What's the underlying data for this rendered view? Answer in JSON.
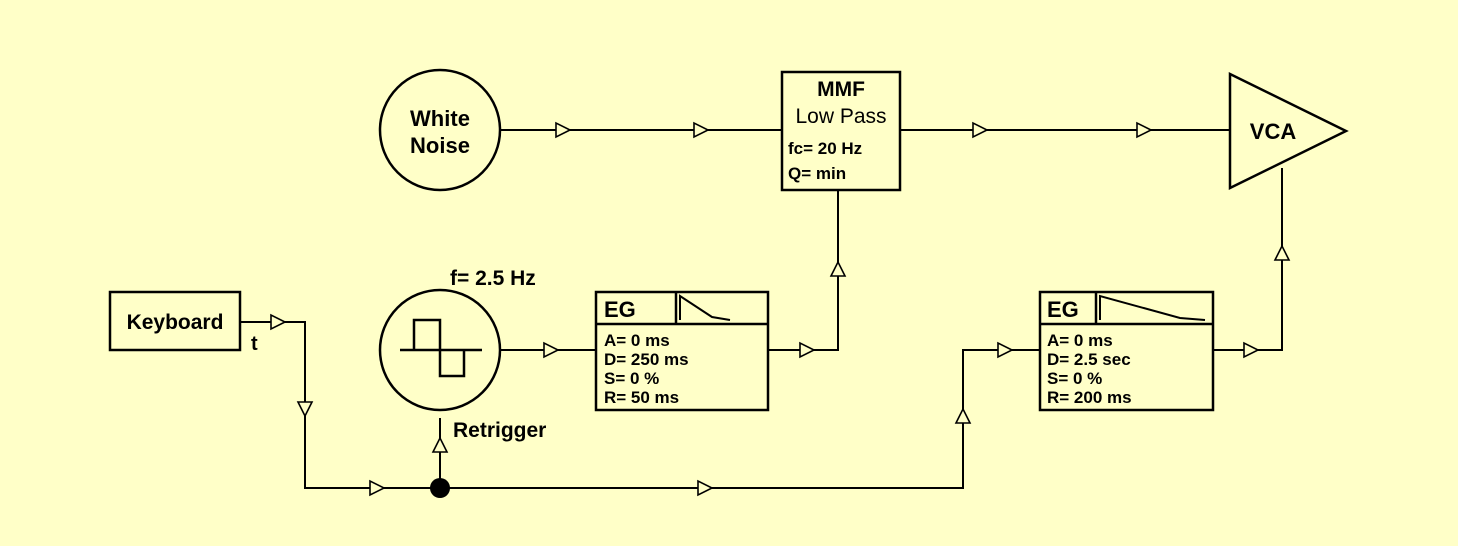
{
  "colors": {
    "background": "#ffffc8",
    "stroke": "#000000"
  },
  "white_noise": {
    "line1": "White",
    "line2": "Noise"
  },
  "mmf": {
    "title": "MMF",
    "subtitle": "Low Pass",
    "fc": "fc= 20 Hz",
    "q": "Q= min"
  },
  "vca": {
    "label": "VCA"
  },
  "keyboard": {
    "label": "Keyboard",
    "output_label": "t"
  },
  "lfo": {
    "freq": "f= 2.5 Hz",
    "retrigger": "Retrigger",
    "waveform": "square-wave-icon"
  },
  "eg1": {
    "title": "EG",
    "a": "A= 0 ms",
    "d": "D= 250 ms",
    "s": "S= 0 %",
    "r": "R= 50 ms"
  },
  "eg2": {
    "title": "EG",
    "a": "A= 0 ms",
    "d": "D= 2.5 sec",
    "s": "S= 0 %",
    "r": "R= 200 ms"
  }
}
